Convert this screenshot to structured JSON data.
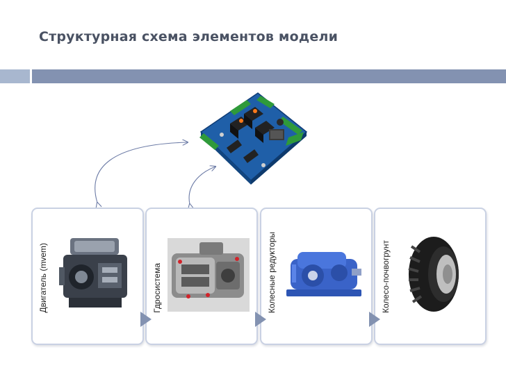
{
  "slide": {
    "title": "Структурная схема элементов модели"
  },
  "colors": {
    "accent": "#8392b1",
    "accent_light": "#a8b7cf",
    "card_border": "#c9d1e3",
    "title": "#4a5263"
  },
  "blocks": [
    {
      "label": "Двигатель (mvem)",
      "icon": "engine-image"
    },
    {
      "label": "Гдросистема",
      "icon": "hydraulic-pump-image"
    },
    {
      "label": "Колесные редукторы",
      "icon": "gear-reducer-image"
    },
    {
      "label": "Колесо-почвогрунт",
      "icon": "tire-image"
    }
  ],
  "controller": {
    "icon": "controller-board-image"
  }
}
